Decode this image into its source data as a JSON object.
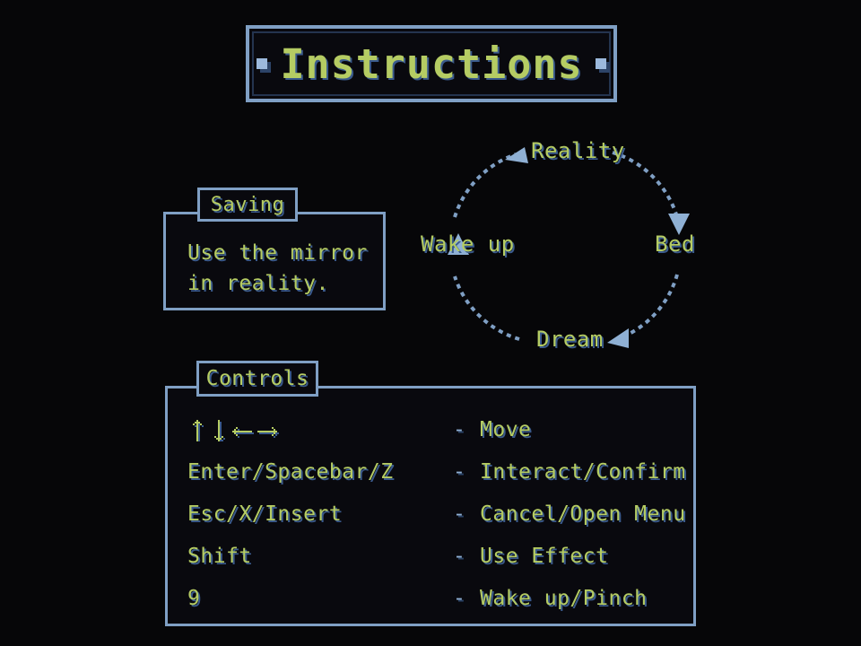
{
  "page": {
    "title": "Instructions",
    "background_color": "#060608",
    "text_color": "#b5cc63",
    "accent_color": "#7f9fc4",
    "shadow_color": "#3a5a8c"
  },
  "title_bar": {
    "label": "Instructions",
    "left_bullet": "square-bullet",
    "right_bullet": "square-bullet"
  },
  "saving": {
    "tab_label": "Saving",
    "line1": "Use the mirror",
    "line2": "in reality."
  },
  "cycle": {
    "nodes": [
      {
        "id": "reality",
        "label": "Reality"
      },
      {
        "id": "bed",
        "label": "Bed"
      },
      {
        "id": "dream",
        "label": "Dream"
      },
      {
        "id": "wakeup",
        "label": "Wake up"
      }
    ],
    "direction": "clockwise",
    "edges": [
      {
        "from": "Reality",
        "to": "Bed"
      },
      {
        "from": "Bed",
        "to": "Dream"
      },
      {
        "from": "Dream",
        "to": "Wake up"
      },
      {
        "from": "Wake up",
        "to": "Reality"
      }
    ]
  },
  "controls": {
    "tab_label": "Controls",
    "separator": "-",
    "rows": [
      {
        "key": "",
        "key_icons": [
          "arrow-up",
          "arrow-down",
          "arrow-left",
          "arrow-right"
        ],
        "action": "Move"
      },
      {
        "key": "Enter/Spacebar/Z",
        "key_icons": [],
        "action": "Interact/Confirm"
      },
      {
        "key": "Esc/X/Insert",
        "key_icons": [],
        "action": "Cancel/Open Menu"
      },
      {
        "key": "Shift",
        "key_icons": [],
        "action": "Use Effect"
      },
      {
        "key": "9",
        "key_icons": [],
        "action": "Wake up/Pinch"
      }
    ]
  }
}
